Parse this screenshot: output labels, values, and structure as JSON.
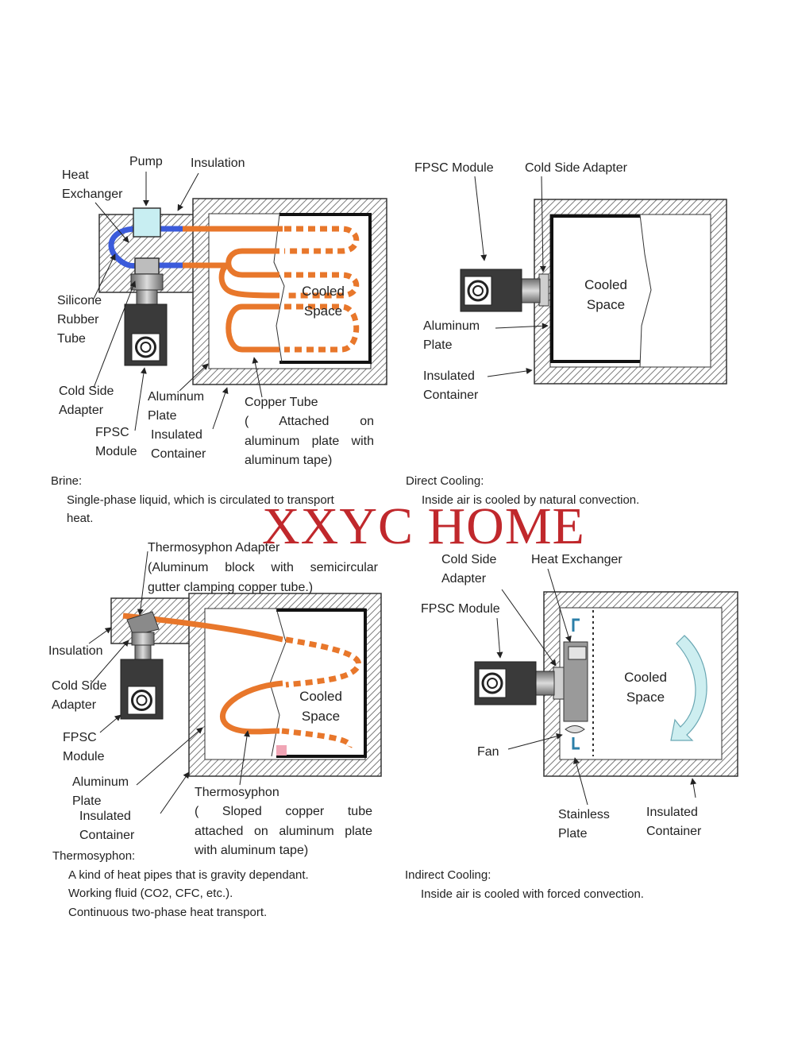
{
  "colors": {
    "brine_tube": "#3b5bdb",
    "copper_tube": "#e8772b",
    "pump": "#c8eef2",
    "module": "#3a3a3a",
    "hatch": "#7a7a7a",
    "fan_arrow": "#cdeef0",
    "watermark": "#c0282c"
  },
  "watermark": "XXYC  HOME",
  "panel_brine": {
    "labels": {
      "heat_exchanger": "Heat\nExchanger",
      "pump": "Pump",
      "insulation": "Insulation",
      "silicone_tube": "Silicone\nRubber\nTube",
      "cold_side_adapter": "Cold Side\nAdapter",
      "fpsc_module": "FPSC\nModule",
      "aluminum_plate": "Aluminum\nPlate",
      "insulated_container": "Insulated\nContainer",
      "copper_tube_title": "Copper Tube",
      "copper_tube_lines": [
        "(   Attached   on",
        "aluminum plate with",
        "aluminum tape)"
      ],
      "cooled_space": "Cooled\nSpace"
    },
    "caption": {
      "title": "Brine:",
      "lines": [
        "Single-phase liquid, which is circulated to transport",
        "heat."
      ]
    }
  },
  "panel_direct": {
    "labels": {
      "fpsc_module": "FPSC Module",
      "cold_side_adapter": "Cold Side Adapter",
      "aluminum_plate": "Aluminum\nPlate",
      "insulated_container": "Insulated\nContainer",
      "cooled_space": "Cooled\nSpace"
    },
    "caption": {
      "title": "Direct Cooling:",
      "lines": [
        "Inside air is cooled by natural convection."
      ]
    }
  },
  "panel_thermo": {
    "labels": {
      "adapter_title": "Thermosyphon Adapter",
      "adapter_lines": [
        "(Aluminum block with semicircular",
        "gutter clamping copper tube.)"
      ],
      "insulation": "Insulation",
      "cold_side_adapter": "Cold Side\nAdapter",
      "fpsc_module": "FPSC\nModule",
      "aluminum_plate": "Aluminum\nPlate",
      "insulated_container": "Insulated\nContainer",
      "thermo_title": "Thermosyphon",
      "thermo_lines": [
        "(   Sloped   copper   tube",
        "attached on aluminum plate",
        "with aluminum tape)"
      ],
      "cooled_space": "Cooled\nSpace"
    },
    "caption": {
      "title": "Thermosyphon:",
      "lines": [
        "A kind of heat pipes that is gravity dependant.",
        "Working fluid (CO2, CFC, etc.).",
        "Continuous two-phase heat transport."
      ]
    }
  },
  "panel_indirect": {
    "labels": {
      "cold_side_adapter": "Cold Side\nAdapter",
      "heat_exchanger": "Heat Exchanger",
      "fpsc_module": "FPSC Module",
      "fan": "Fan",
      "stainless_plate": "Stainless\nPlate",
      "insulated_container": "Insulated\nContainer",
      "cooled_space": "Cooled\nSpace"
    },
    "caption": {
      "title": "Indirect Cooling:",
      "lines": [
        "Inside air is cooled with forced convection."
      ]
    }
  }
}
